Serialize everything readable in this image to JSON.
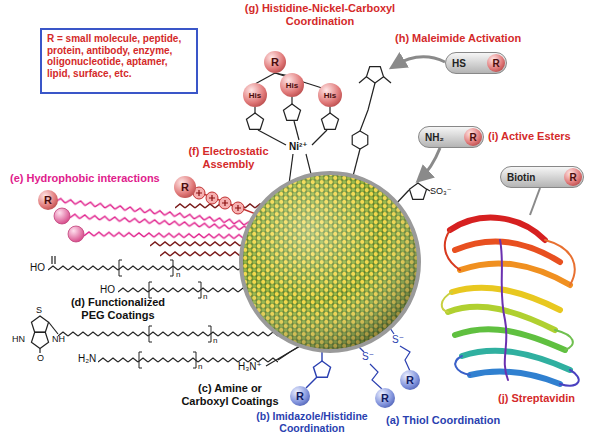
{
  "diagram": {
    "nodes": [
      {
        "text": [
          "R = small molecule, peptide, protein, antibody, enzyme, oligonucleotide, aptamer, lipid, surface, etc."
        ]
      },
      {
        "text": [
          "R"
        ]
      },
      {
        "text": [
          "His"
        ]
      },
      {
        "text": [
          "His"
        ]
      },
      {
        "text": [
          "His"
        ]
      },
      {
        "text": [
          "HS",
          "R"
        ]
      },
      {
        "text": [
          "NH₂",
          "R"
        ]
      },
      {
        "text": [
          "Biotin",
          "R"
        ]
      },
      {
        "text": [
          "R"
        ]
      },
      {
        "text": [
          "R"
        ]
      },
      {
        "text": [
          "R"
        ]
      },
      {
        "text": [
          "R"
        ]
      },
      {
        "text": [
          "R"
        ]
      }
    ],
    "labels": [
      "(g) Histidine-Nickel-Carboxyl Coordination",
      "(h) Maleimide Activation",
      "(i) Active Esters",
      "(f) Electrostatic Assembly",
      "(e) Hydrophobic interactions",
      "(d) Functionalized PEG Coatings",
      "(c) Amine or Carboxyl Coatings",
      "(b) Imidazole/Histidine Coordination",
      "(a) Thiol Coordination",
      "(j) Streptavidin",
      "Ni²⁺",
      "S⁻",
      "S⁻",
      "H₃N⁺",
      "HO",
      "HO",
      "H₂N",
      "S",
      "HN",
      "NH",
      "O",
      "n",
      "n",
      "n",
      "n",
      "SO₃⁻"
    ]
  }
}
